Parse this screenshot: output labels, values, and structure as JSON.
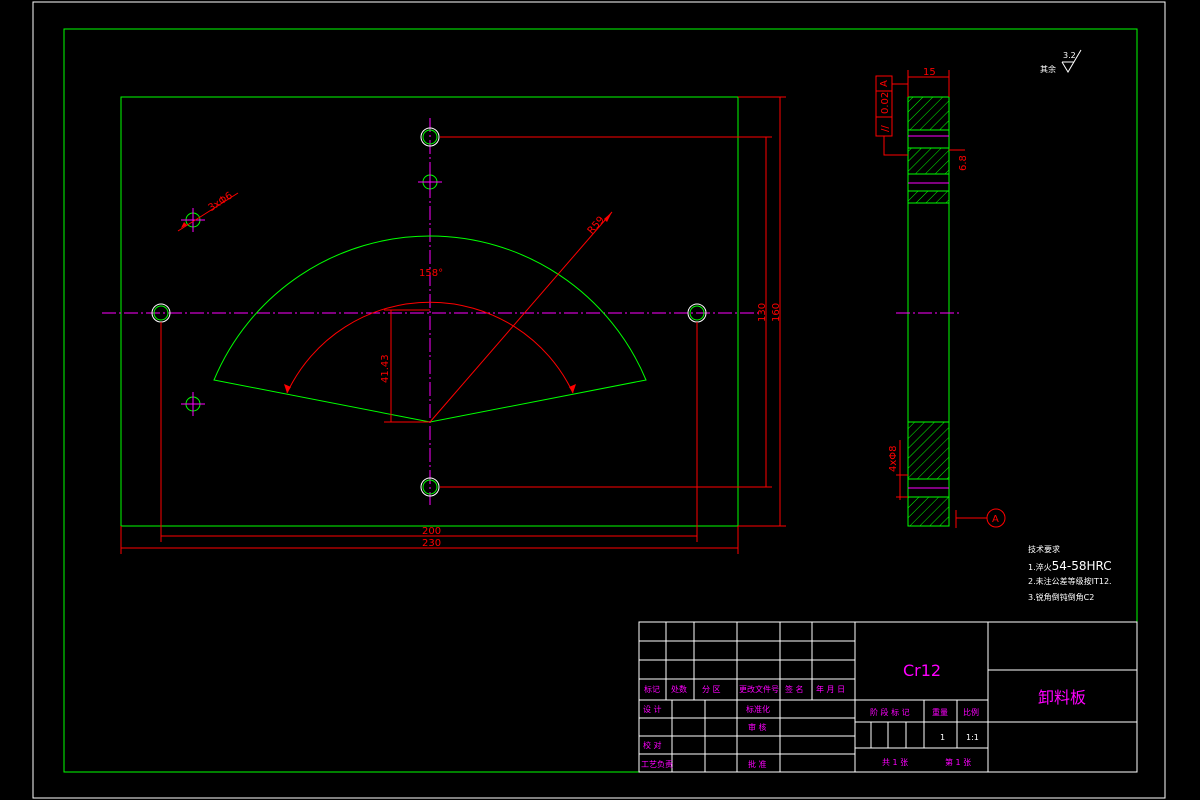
{
  "colors": {
    "background": "#000000",
    "border": "#00ff00",
    "part": "#00ff00",
    "dimension": "#ff0000",
    "centerline": "#ff00ff",
    "hatch": "#00ff00",
    "text": "#ffffff",
    "titleblock_text": "#ff00ff"
  },
  "plan_view": {
    "hole_callout": "3xΦ6",
    "radius": "R59",
    "angle": "158°",
    "height_41": "41.43",
    "dim_130": "130",
    "dim_160": "160",
    "dim_200": "200",
    "dim_230": "230"
  },
  "side_view": {
    "thickness": "15",
    "flatness_tolerance": "0.02",
    "datum_ref": "A",
    "parallel_symbol": "//",
    "chamfer": "6.8",
    "hole_callout": "4xΦ8",
    "datum_label": "A"
  },
  "roughness": {
    "label": "其余",
    "value": "3.2"
  },
  "tech_requirements": {
    "title": "技术要求",
    "line1_prefix": "1.淬火",
    "line1_value": "54-58HRC",
    "line2": "2.未注公差等级按IT12.",
    "line3": "3.锐角倒钝倒角C2"
  },
  "title_block": {
    "material": "Cr12",
    "part_name": "卸料板",
    "row_labels": [
      "标记",
      "处数",
      "分 区",
      "更改文件号",
      "签 名",
      "年 月 日"
    ],
    "design": "设  计",
    "standardization": "标准化",
    "review": "审  核",
    "check": "校  对",
    "process": "工艺负责",
    "approve": "批  准",
    "stage_mark": "阶 段 标 记",
    "weight": "重量",
    "scale": "比例",
    "weight_value": "1",
    "scale_value": "1:1",
    "total_sheets": "共 1 张",
    "sheet_no": "第 1 张"
  }
}
